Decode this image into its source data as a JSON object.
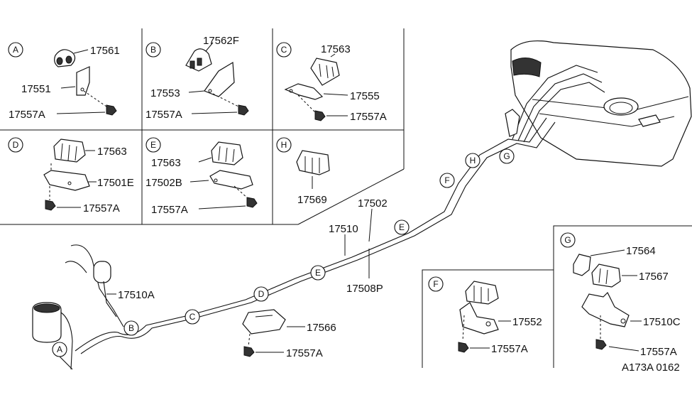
{
  "detail_labels": {
    "A": "A",
    "B": "B",
    "C": "C",
    "D": "D",
    "E": "E",
    "F": "F",
    "G": "G",
    "H": "H"
  },
  "part_numbers": {
    "p17561": "17561",
    "p17551": "17551",
    "p17557A_a": "17557A",
    "p17562F": "17562F",
    "p17553": "17553",
    "p17557A_b": "17557A",
    "p17563_c": "17563",
    "p17555": "17555",
    "p17557A_c": "17557A",
    "p17563_d": "17563",
    "p17501E": "17501E",
    "p17557A_d": "17557A",
    "p17563_e": "17563",
    "p17502B": "17502B",
    "p17557A_e": "17557A",
    "p17569": "17569",
    "p17502": "17502",
    "p17510": "17510",
    "p17508P": "17508P",
    "p17510A": "17510A",
    "p17566": "17566",
    "p17557A_m": "17557A",
    "p17552": "17552",
    "p17557A_f": "17557A",
    "p17564": "17564",
    "p17567": "17567",
    "p17510C": "17510C",
    "p17557A_g": "17557A"
  },
  "pipe_callouts": {
    "A": "A",
    "B": "B",
    "C": "C",
    "D": "D",
    "E1": "E",
    "E2": "E",
    "F": "F",
    "H": "H",
    "G": "G"
  },
  "diagram_reference": "A173A 0162"
}
